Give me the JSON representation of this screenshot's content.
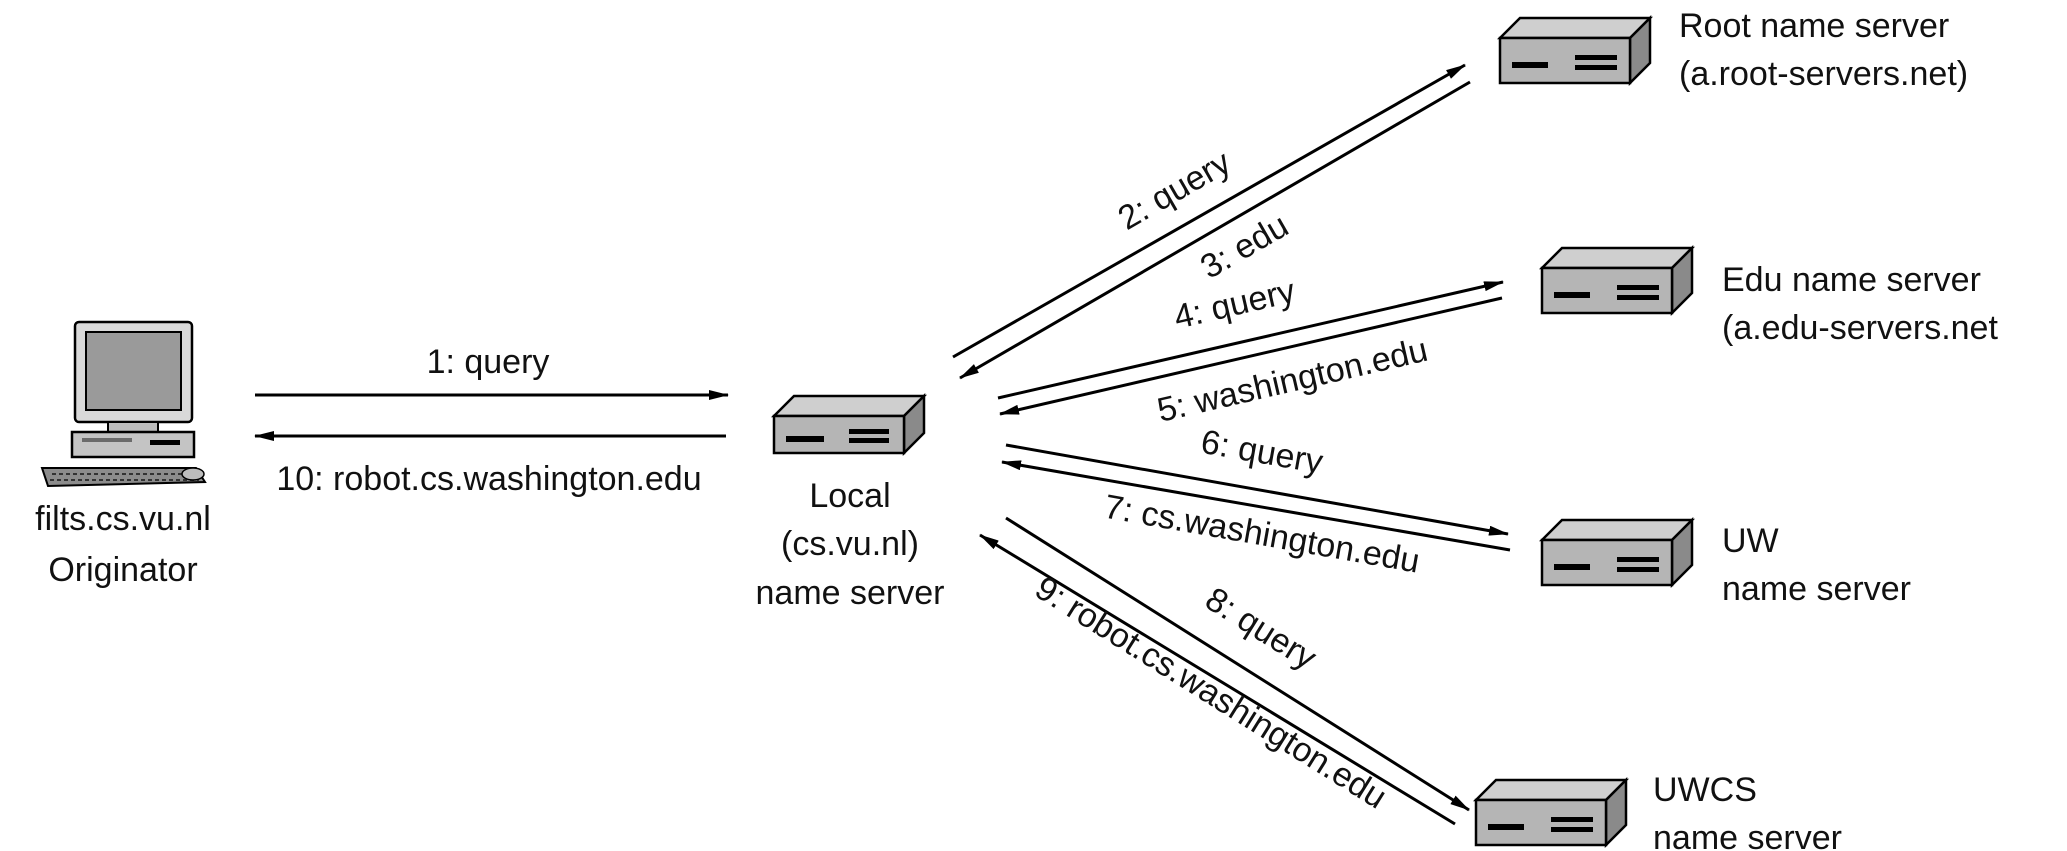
{
  "originator": {
    "host": "filts.cs.vu.nl",
    "role": "Originator"
  },
  "local_server": {
    "line1": "Local",
    "line2": "(cs.vu.nl)",
    "line3": "name server"
  },
  "servers": {
    "root": {
      "line1": "Root name server",
      "line2": "(a.root-servers.net)"
    },
    "edu": {
      "line1": "Edu name server",
      "line2": "(a.edu-servers.net"
    },
    "uw": {
      "line1": "UW",
      "line2": "name server"
    },
    "uwcs": {
      "line1": "UWCS",
      "line2": "name server"
    }
  },
  "messages": {
    "m1": "1: query",
    "m2": "2: query",
    "m3": "3: edu",
    "m4": "4: query",
    "m5": "5: washington.edu",
    "m6": "6: query",
    "m7": "7: cs.washington.edu",
    "m8": "8: query",
    "m9": "9: robot.cs.washington.edu",
    "m10": "10: robot.cs.washington.edu"
  }
}
